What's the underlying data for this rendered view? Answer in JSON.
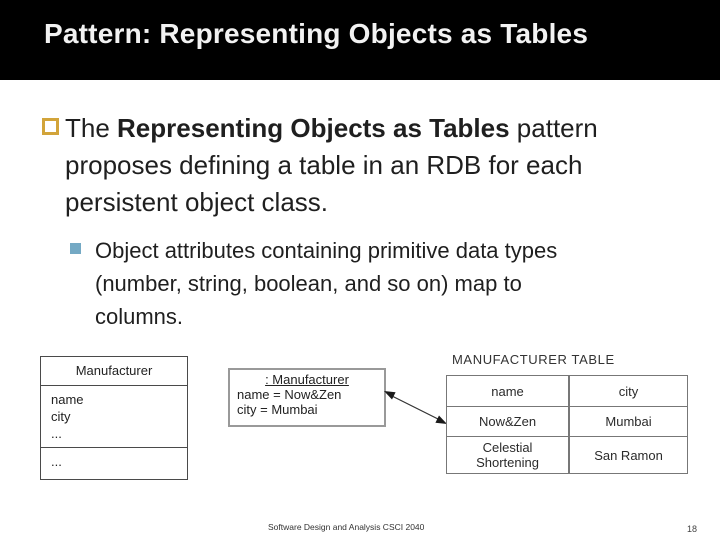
{
  "slide": {
    "title": "Pattern: Representing Objects as Tables",
    "footer_course": "Software Design and Analysis CSCI 2040",
    "page_number": "18"
  },
  "colors": {
    "title_bar_bg": "#000000",
    "title_text": "#f2f2f2",
    "bullet1_outline": "#d2a43a",
    "bullet2_fill": "#74a9c4",
    "body_text": "#1f1f1f"
  },
  "bullet1": {
    "line1_pre": "The ",
    "line1_bold": "Representing Objects as Tables",
    "line1_post": " pattern",
    "line2": "proposes defining a table in an RDB for each",
    "line3": "persistent object class."
  },
  "bullet2": {
    "line1": "Object attributes containing primitive data types",
    "line2": "(number, string, boolean, and so on) map to",
    "line3": "columns."
  },
  "diagram": {
    "class_box": {
      "title": "Manufacturer",
      "attributes": [
        "name",
        "city",
        "..."
      ],
      "operations": [
        "..."
      ]
    },
    "object_box": {
      "title": ": Manufacturer",
      "fields": [
        "name = Now&Zen",
        "city = Mumbai"
      ]
    },
    "table": {
      "label": "MANUFACTURER TABLE",
      "columns": [
        "name",
        "city"
      ],
      "rows": [
        [
          "Now&Zen",
          "Mumbai"
        ],
        [
          "Celestial Shortening",
          "San Ramon"
        ]
      ]
    }
  }
}
